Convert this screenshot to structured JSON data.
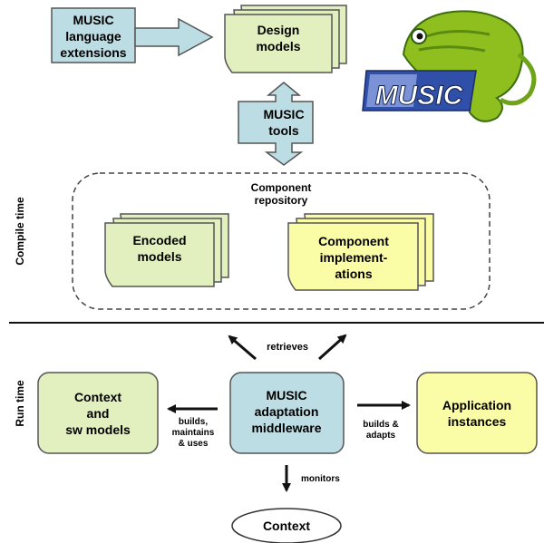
{
  "nodes": {
    "language_ext": [
      "MUSIC",
      "language",
      "extensions"
    ],
    "design_models": [
      "Design",
      "models"
    ],
    "music_tools": [
      "MUSIC",
      "tools"
    ],
    "repository": [
      "Component",
      "repository"
    ],
    "encoded_models": [
      "Encoded",
      "models"
    ],
    "component_impl": [
      "Component",
      "implement-",
      "ations"
    ],
    "context_models": [
      "Context",
      "and",
      "sw models"
    ],
    "middleware": [
      "MUSIC",
      "adaptation",
      "middleware"
    ],
    "app_instances": [
      "Application",
      "instances"
    ],
    "context": [
      "Context"
    ]
  },
  "phases": {
    "compile": "Compile time",
    "run": "Run time"
  },
  "edges": {
    "retrieves": "retrieves",
    "builds_maintains": [
      "builds,",
      "maintains",
      "& uses"
    ],
    "builds_adapts": [
      "builds &",
      "adapts"
    ],
    "monitors": "monitors"
  },
  "logo": {
    "text": "MUSIC"
  },
  "colors": {
    "blue": "#bcdde3",
    "green": "#e2efbe",
    "yellow": "#fbfca6",
    "text": "#111111"
  }
}
